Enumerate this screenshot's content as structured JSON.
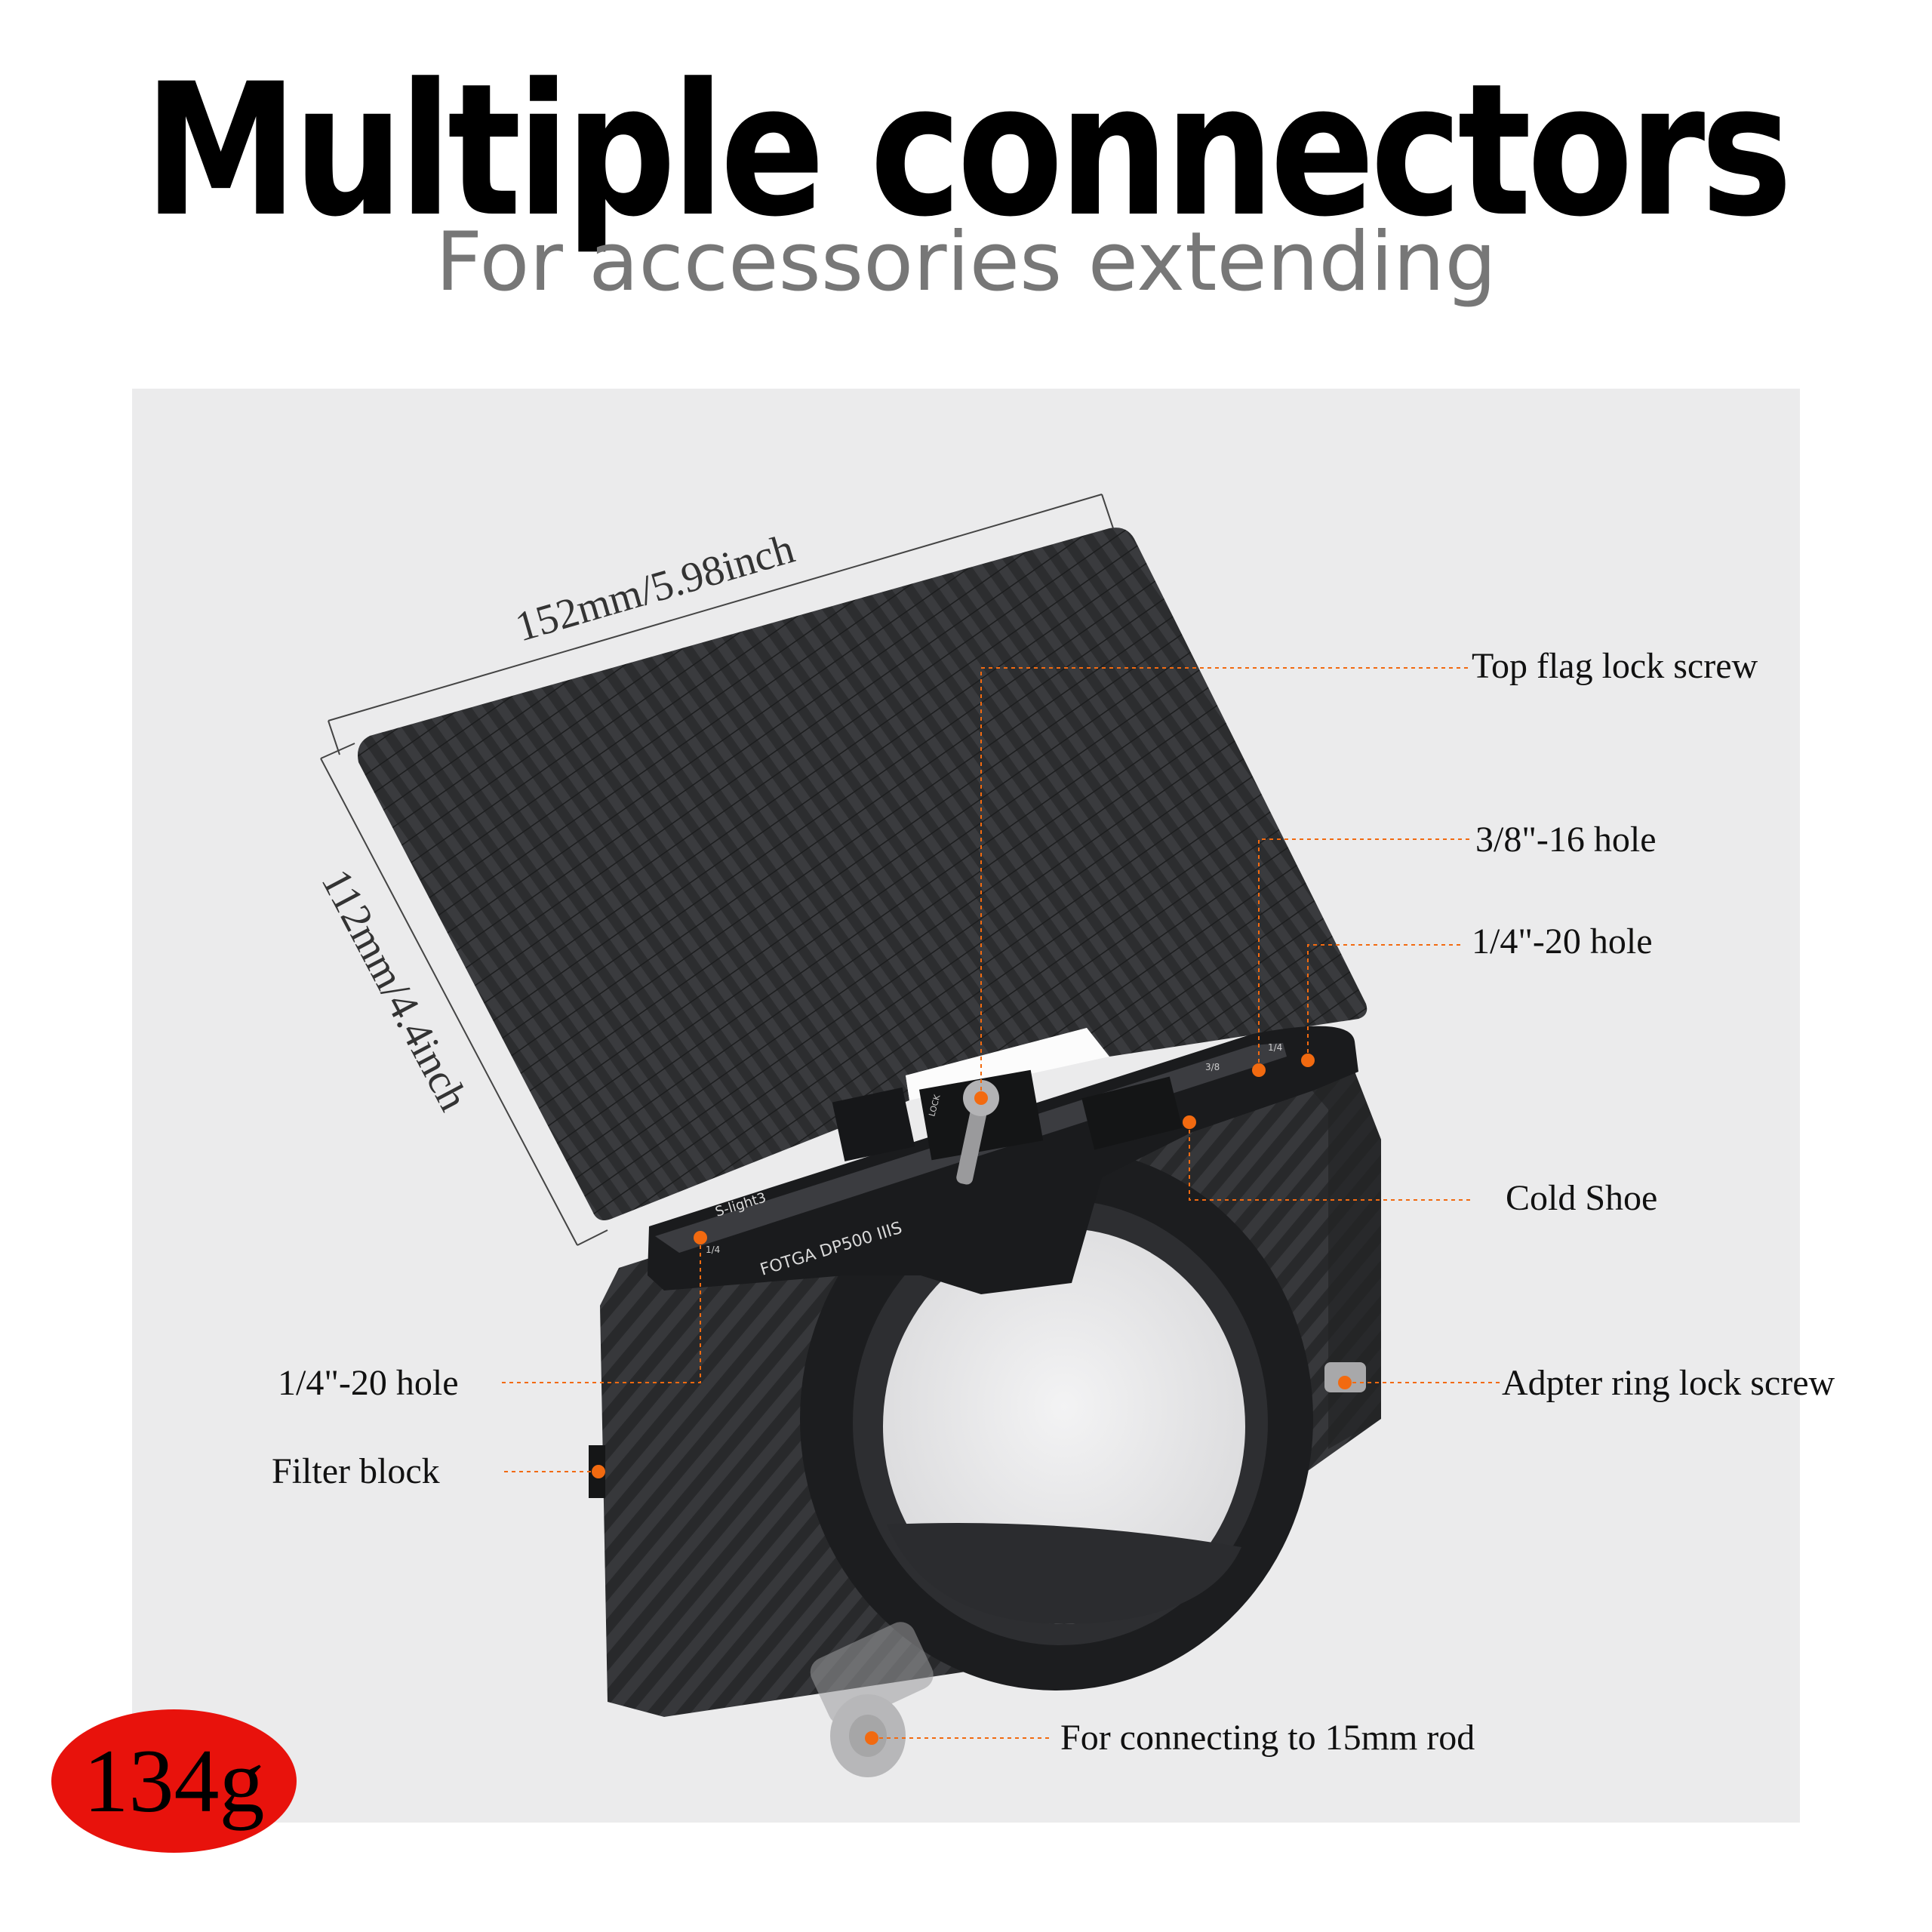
{
  "header": {
    "title": "Multiple connectors",
    "subtitle": "For accessories extending"
  },
  "dimensions": {
    "width": "152mm/5.98inch",
    "height": "112mm/4.4inch"
  },
  "callouts": {
    "top_flag_lock_screw": "Top flag lock screw",
    "hole_3_8": "3/8\"-16 hole",
    "hole_1_4_right": "1/4\"-20 hole",
    "cold_shoe": "Cold Shoe",
    "adapter_ring_lock_screw": "Adpter ring lock screw",
    "hole_1_4_left": "1/4\"-20 hole",
    "filter_block": "Filter  block",
    "rod_connector": "For connecting to 15mm rod"
  },
  "product_marks": {
    "brand": "FOTGA DP500 IIIS",
    "series": "S-light3",
    "lock_label": "LOCK",
    "thread_3_8": "3/8",
    "thread_1_4": "1/4"
  },
  "weight": "134g",
  "colors": {
    "accent": "#f26a10",
    "badge": "#e8120c",
    "panel": "#ebebec",
    "carbon": "#2e2f31"
  }
}
